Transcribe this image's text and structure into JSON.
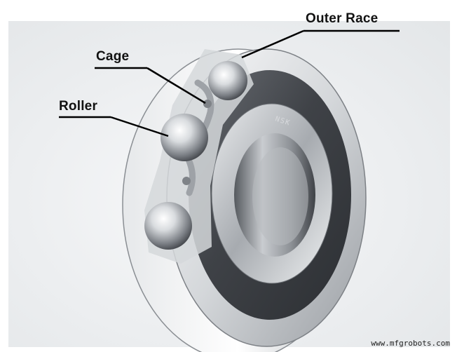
{
  "labels": {
    "outer_race": "Outer Race",
    "cage": "Cage",
    "roller": "Roller"
  },
  "brand_mark": "NSK",
  "watermark": "www.mfgrobots.com",
  "colors": {
    "label_text": "#111111",
    "leader_line": "#000000",
    "steel_light": "#f2f3f4",
    "steel_dark": "#4a4d52",
    "seal_dark": "#3b3e43"
  }
}
